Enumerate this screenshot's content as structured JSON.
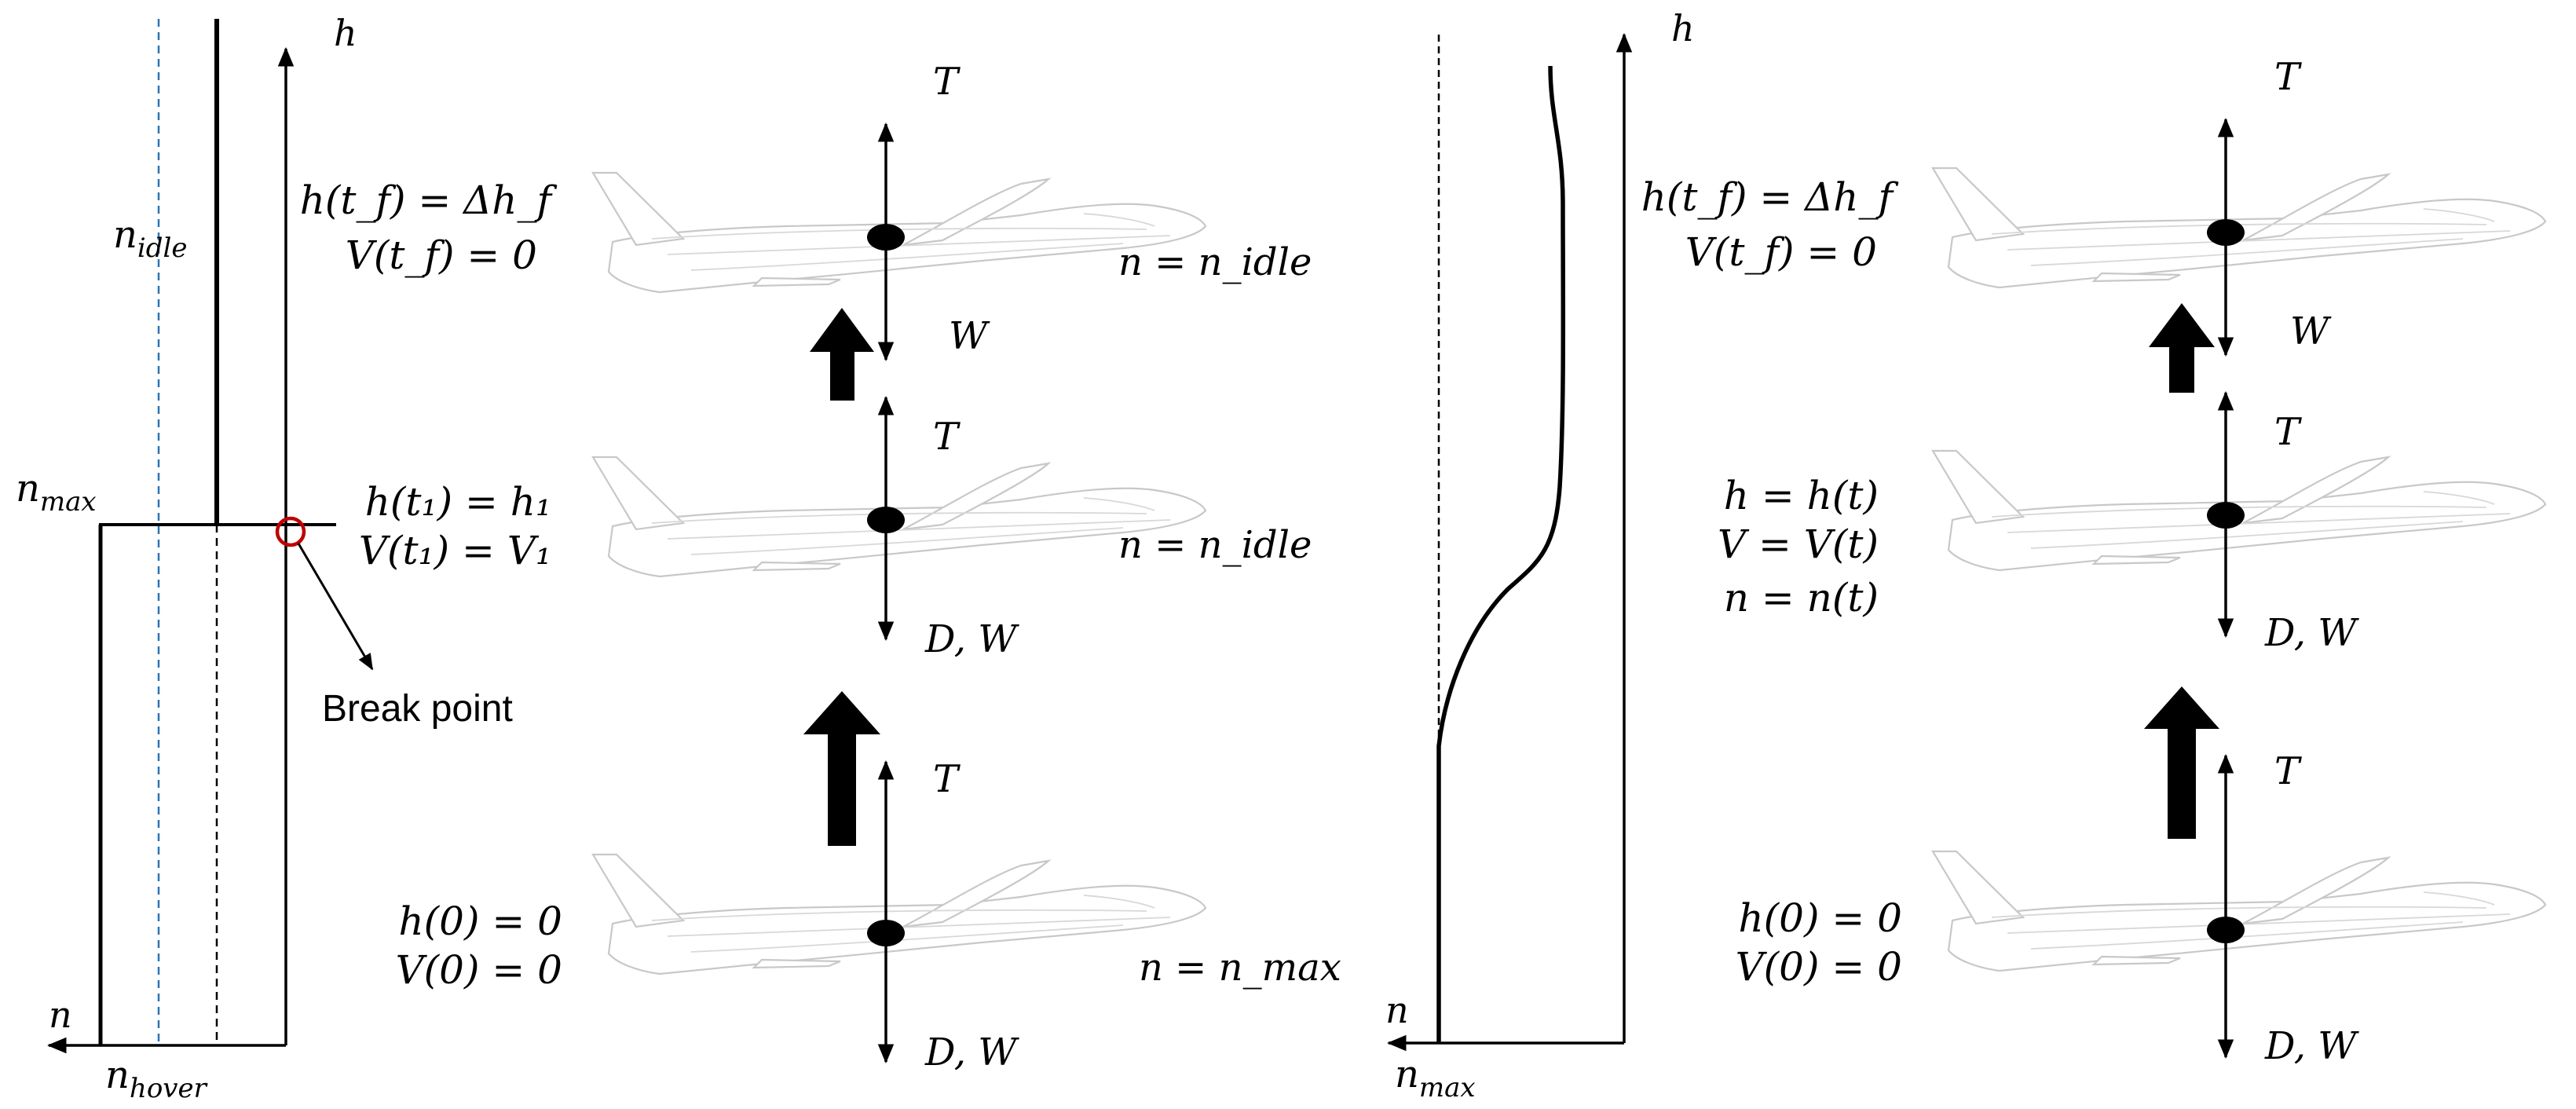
{
  "left_graph": {
    "h_axis": "h",
    "n_axis": "n",
    "n_idle": "n",
    "n_idle_sub": "idle",
    "n_max": "n",
    "n_max_sub": "max",
    "n_hover": "n",
    "n_hover_sub": "hover",
    "break_point": "Break point",
    "break_color": "#c00000",
    "hover_line_color": "#2e75b6"
  },
  "left_scenario": {
    "states": [
      {
        "lines": [
          "h(t_f) = Δh_f",
          "V(t_f) = 0"
        ],
        "throttle": "n = n_idle",
        "up": "T",
        "down": "W"
      },
      {
        "lines": [
          "h(t₁) = h₁",
          "V(t₁) = V₁"
        ],
        "throttle": "n = n_idle",
        "up": "T",
        "down": "D, W"
      },
      {
        "lines": [
          "h(0) = 0",
          "V(0) = 0"
        ],
        "throttle": "n = n_max",
        "up": "T",
        "down": "D, W"
      }
    ]
  },
  "right_graph": {
    "h_axis": "h",
    "n_axis": "n",
    "n_max": "n",
    "n_max_sub": "max"
  },
  "right_scenario": {
    "states": [
      {
        "lines": [
          "h(t_f) = Δh_f",
          "V(t_f) = 0"
        ],
        "up": "T",
        "down": "W"
      },
      {
        "lines": [
          "h = h(t)",
          "V = V(t)",
          "n = n(t)"
        ],
        "up": "T",
        "down": "D, W"
      },
      {
        "lines": [
          "h(0) = 0",
          "V(0) = 0"
        ],
        "up": "T",
        "down": "D, W"
      }
    ]
  }
}
